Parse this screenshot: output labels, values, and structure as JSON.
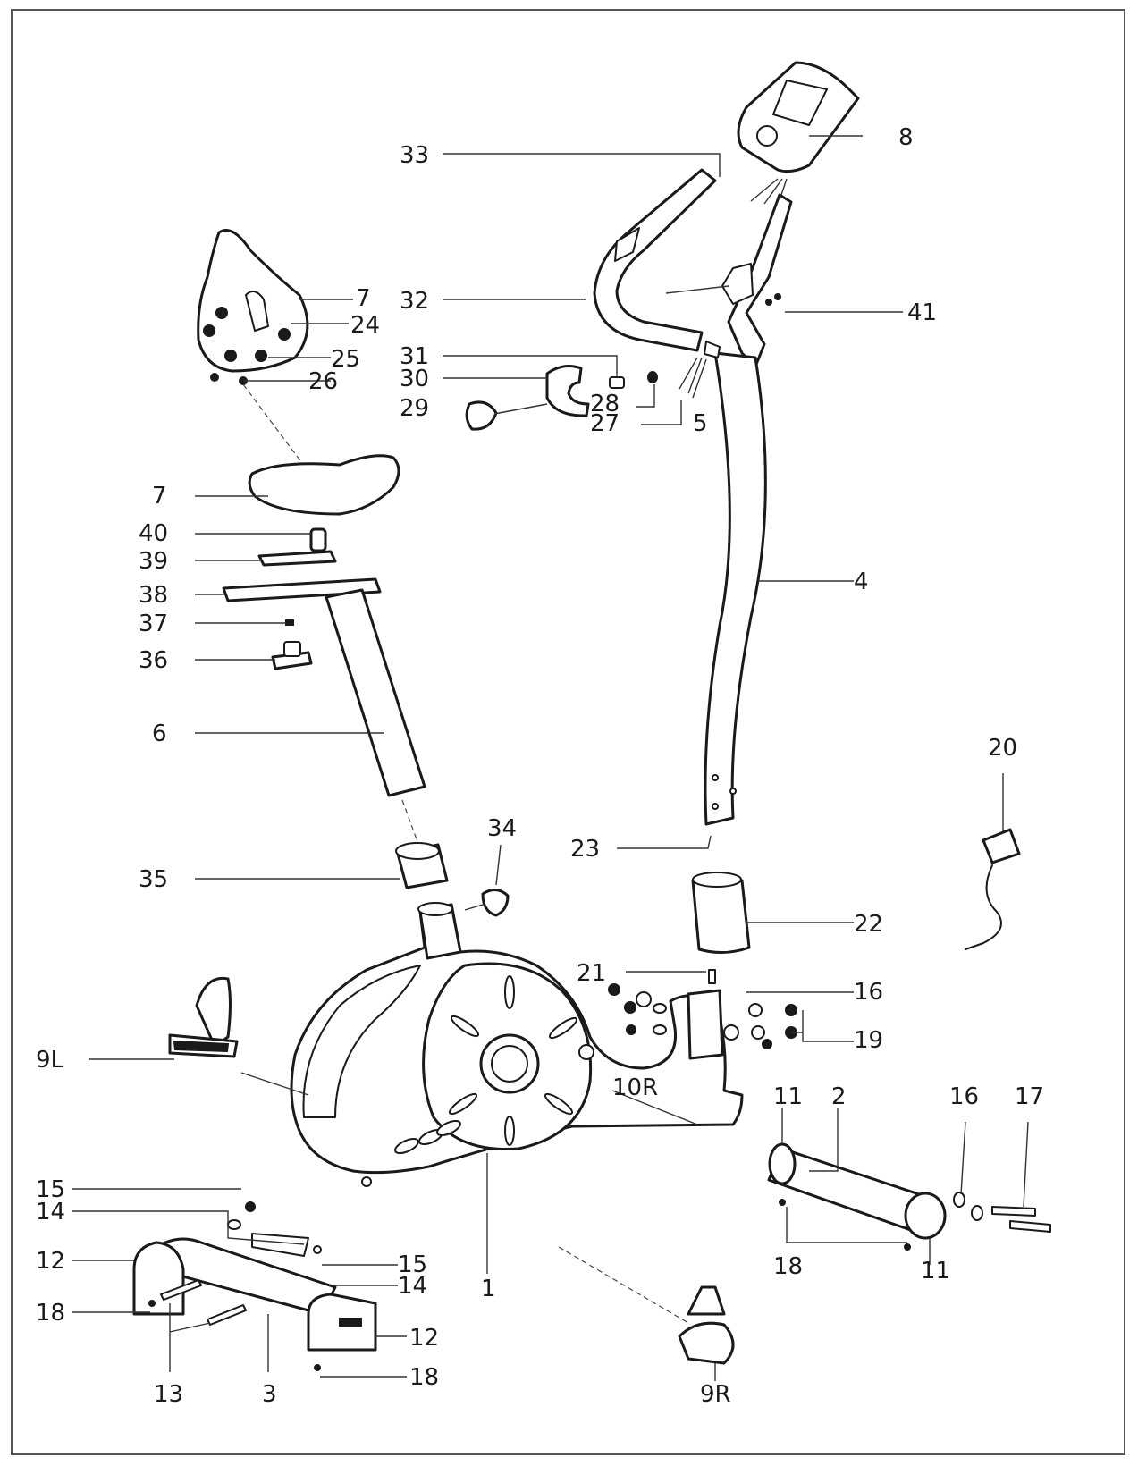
{
  "labels": {
    "l1": "1",
    "l2": "2",
    "l3": "3",
    "l4": "4",
    "l5": "5",
    "l6": "6",
    "l7a": "7",
    "l7b": "7",
    "l8": "8",
    "l9L": "9L",
    "l9R": "9R",
    "l10R": "10R",
    "l11a": "11",
    "l11b": "11",
    "l12a": "12",
    "l12b": "12",
    "l13": "13",
    "l14a": "14",
    "l14b": "14",
    "l15a": "15",
    "l15b": "15",
    "l16a": "16",
    "l16b": "16",
    "l17": "17",
    "l18a": "18",
    "l18b": "18",
    "l18c": "18",
    "l19": "19",
    "l20": "20",
    "l21": "21",
    "l22": "22",
    "l23": "23",
    "l24": "24",
    "l25": "25",
    "l26": "26",
    "l27": "27",
    "l28": "28",
    "l29": "29",
    "l30": "30",
    "l31": "31",
    "l32": "32",
    "l33": "33",
    "l34": "34",
    "l35": "35",
    "l36": "36",
    "l37": "37",
    "l38": "38",
    "l39": "39",
    "l40": "40",
    "l41": "41"
  }
}
